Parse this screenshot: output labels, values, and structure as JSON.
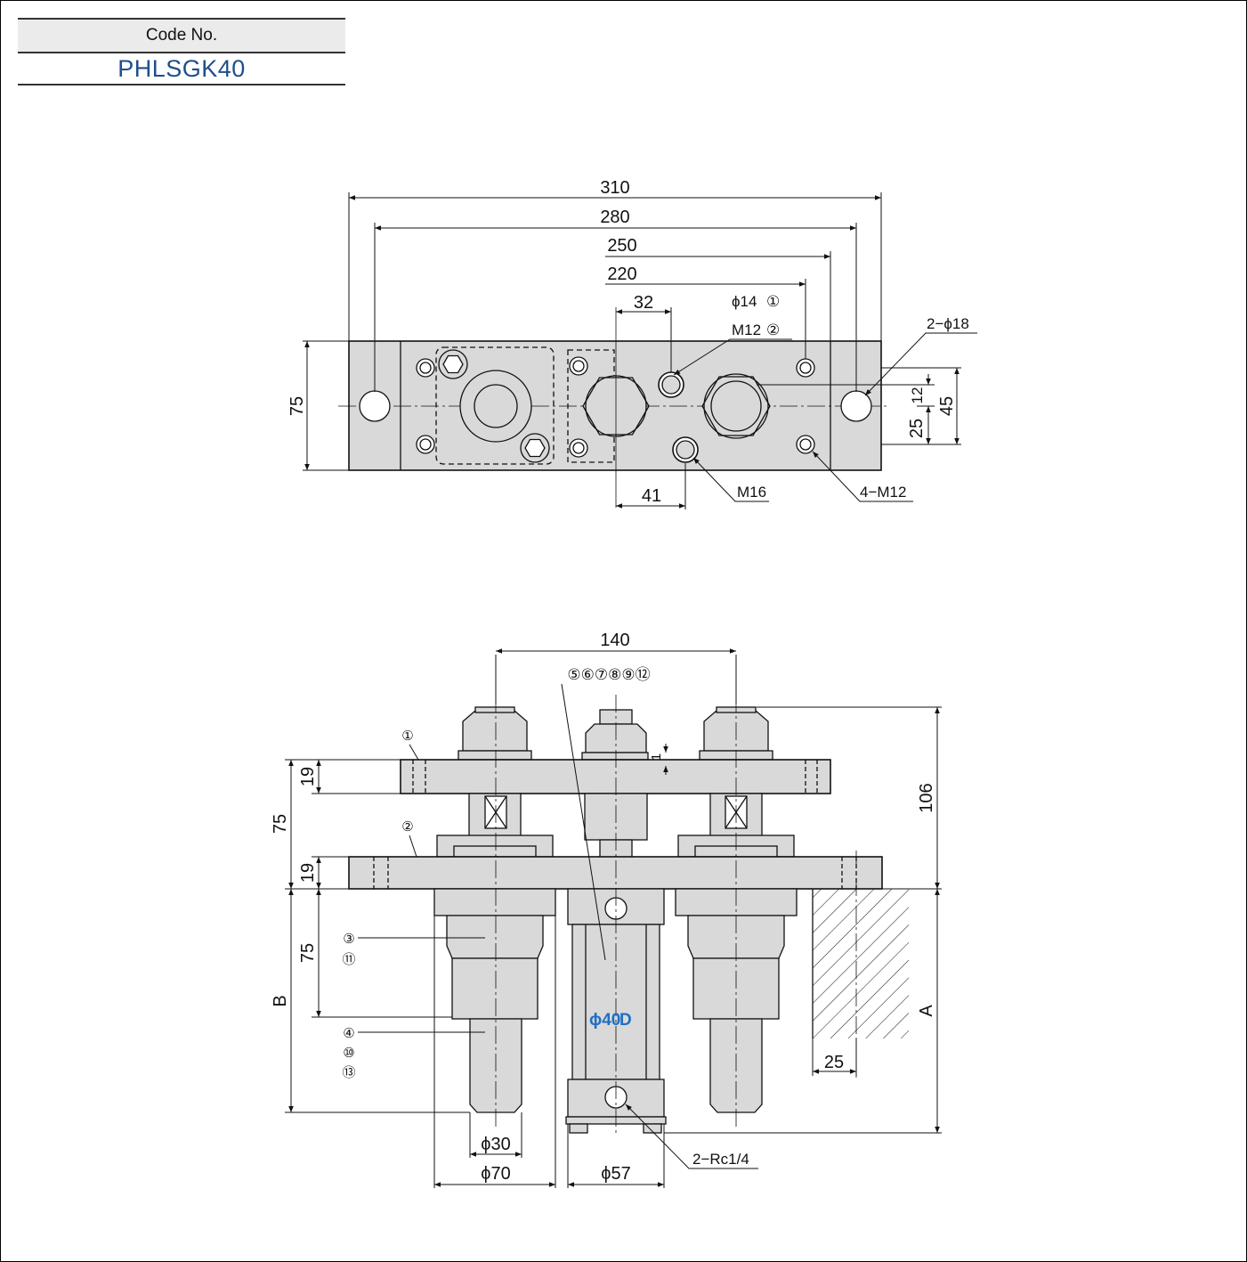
{
  "header": {
    "code_label": "Code No.",
    "code_value": "PHLSGK40"
  },
  "top_view": {
    "dims": {
      "d310": "310",
      "d280": "280",
      "d250": "250",
      "d220": "220",
      "d32": "32",
      "d41": "41",
      "d75": "75",
      "d12": "12",
      "d25": "25",
      "d45": "45"
    },
    "callouts": {
      "phi14": "ϕ14",
      "phi14_ref": "①",
      "m12": "M12",
      "m12_ref": "②",
      "two_phi18": "2−ϕ18",
      "m16": "M16",
      "four_m12": "4−M12"
    }
  },
  "front_view": {
    "dims": {
      "d140": "140",
      "d106": "106",
      "d19_top": "19",
      "d19_mid": "19",
      "d75_upper": "75",
      "d75_lower": "75",
      "dB": "B",
      "dA": "A",
      "d25": "25",
      "d30": "ϕ30",
      "d70": "ϕ70",
      "d57": "ϕ57"
    },
    "parts_group": "⑤⑥⑦⑧⑨⑫",
    "refs": {
      "r1": "①",
      "r2": "②",
      "r3": "③",
      "r11": "⑪",
      "r4": "④",
      "r10": "⑩",
      "r13": "⑬",
      "one": "1"
    },
    "bore": "ϕ40",
    "bore_d": "D",
    "rc": "2−Rc1/4"
  },
  "colors": {
    "part_fill": "#d9d9d9",
    "line": "#111111",
    "accent": "#1f6fc4",
    "code_text": "#1f4e8c"
  }
}
